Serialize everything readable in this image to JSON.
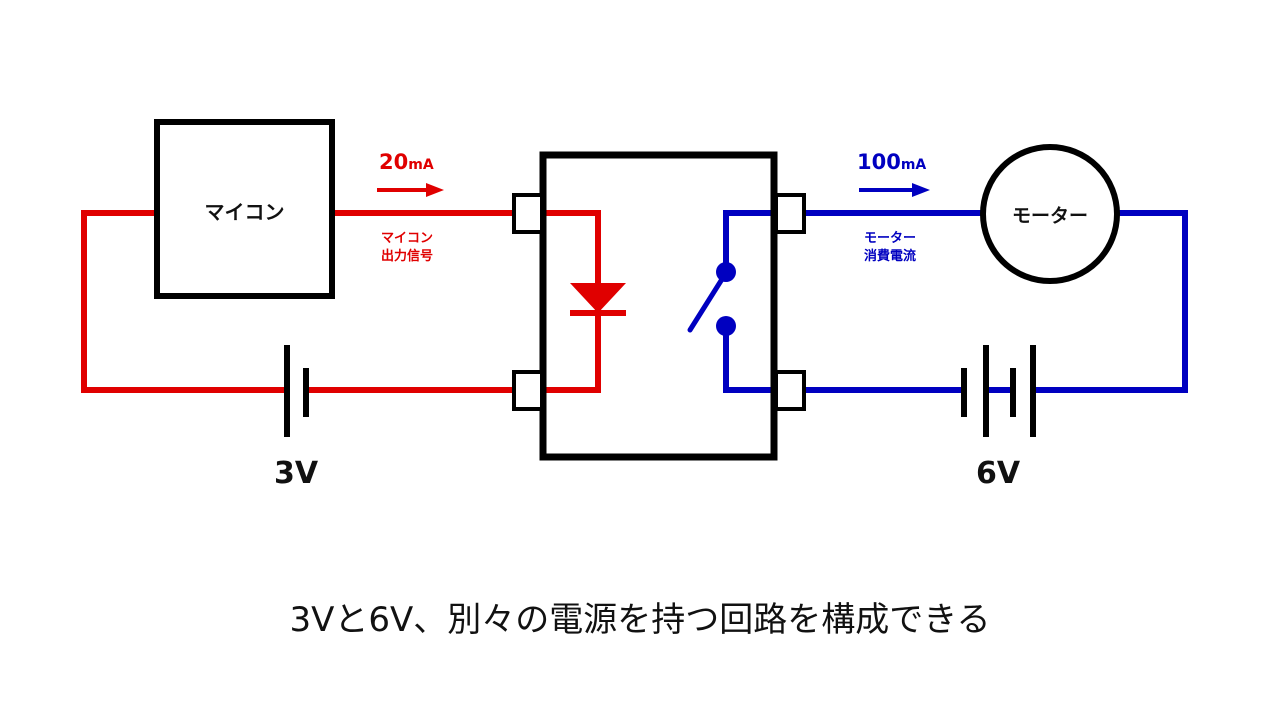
{
  "colors": {
    "input_circuit": "#e00000",
    "output_circuit": "#0000c0",
    "outline": "#000000",
    "background": "#ffffff"
  },
  "components": {
    "microcontroller": {
      "label": "マイコン"
    },
    "motor": {
      "label": "モーター"
    },
    "photocoupler": {
      "input_element": "led-diode",
      "output_element": "switch"
    },
    "battery_left": {
      "label": "3V"
    },
    "battery_right": {
      "label": "6V"
    }
  },
  "annotations": {
    "input_current": {
      "value": "20",
      "unit": "mA",
      "line1": "マイコン",
      "line2": "出力信号"
    },
    "output_current": {
      "value": "100",
      "unit": "mA",
      "line1": "モーター",
      "line2": "消費電流"
    }
  },
  "caption": "3Vと6V、別々の電源を持つ回路を構成できる"
}
